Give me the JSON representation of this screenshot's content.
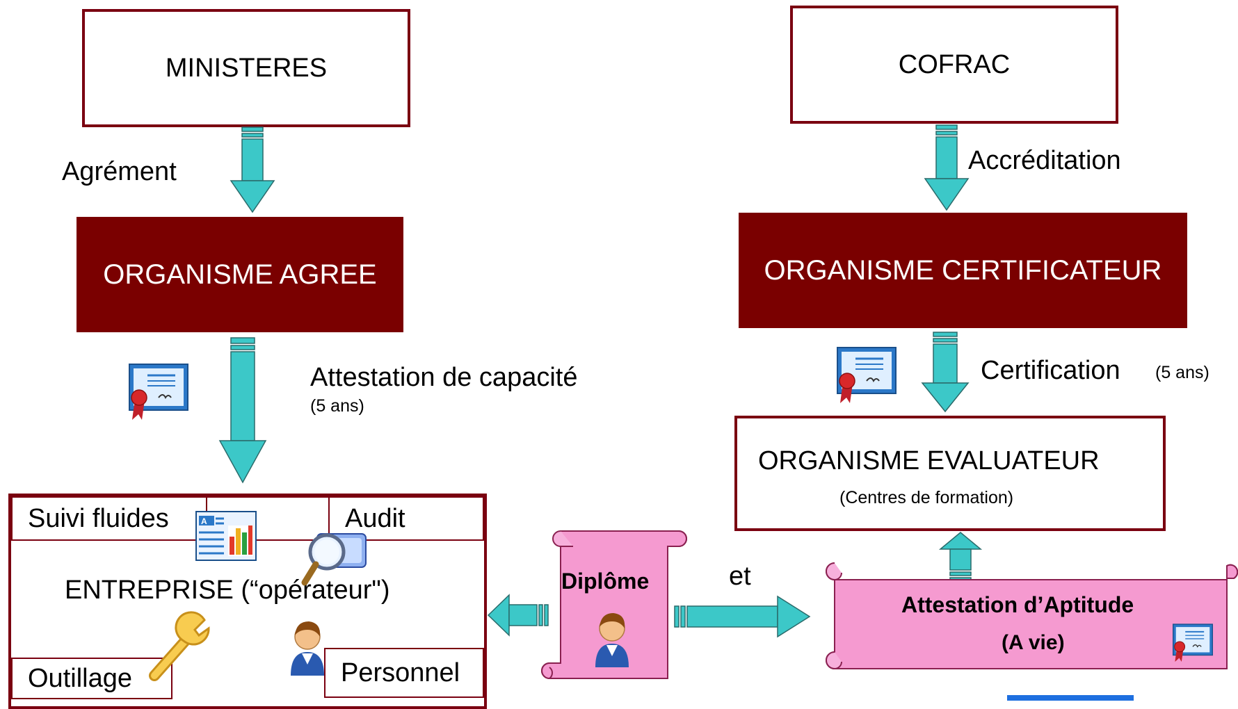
{
  "left": {
    "ministeres": "MINISTERES",
    "agrement": "Agrément",
    "organisme_agree": "ORGANISME AGREE",
    "attestation_capacite": "Attestation de capacité",
    "attestation_duree": "(5 ans)"
  },
  "right": {
    "cofrac": "COFRAC",
    "accreditation": "Accréditation",
    "organisme_certificateur": "ORGANISME CERTIFICATEUR",
    "certification": "Certification",
    "certification_duree": "(5 ans)",
    "organisme_evaluateur": "ORGANISME EVALUATEUR",
    "centres_formation": "(Centres de formation)"
  },
  "entreprise": {
    "title": "ENTREPRISE (“opérateur\")",
    "suivi_fluides": "Suivi fluides",
    "audit": "Audit",
    "outillage": "Outillage",
    "personnel": "Personnel"
  },
  "diplome": {
    "label": "Diplôme",
    "et": "et"
  },
  "attestation_aptitude": {
    "title": "Attestation d’Aptitude",
    "duree": "(A vie)"
  },
  "colors": {
    "dark_red": "#7a0000",
    "border_red": "#7a0010",
    "arrow_teal": "#3cc8c8",
    "scroll_pink": "#f59ad0",
    "blue_bar": "#1e6fe0"
  },
  "icons": [
    "certificate-icon",
    "report-chart-icon",
    "magnifier-icon",
    "wrench-icon",
    "person-icon"
  ]
}
